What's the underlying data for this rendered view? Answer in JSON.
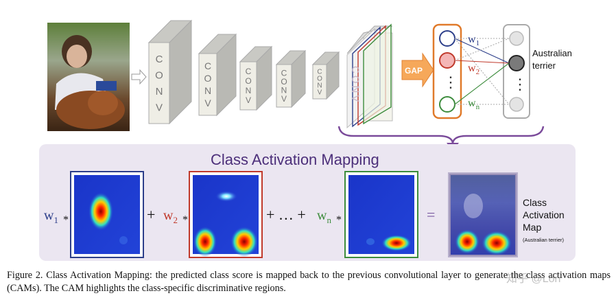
{
  "figure": {
    "conv_label": "CONV",
    "gap_label": "GAP",
    "weights": [
      {
        "w": "w",
        "sub": "1",
        "color": "#2c3e8a"
      },
      {
        "w": "w",
        "sub": "2",
        "color": "#c0392b"
      },
      {
        "w": "w",
        "sub": "n",
        "color": "#3c8c3c"
      }
    ],
    "output_label_line1": "Australian",
    "output_label_line2": "terrier",
    "dots": "⋮",
    "cam_title": "Class Activation Mapping",
    "equation": {
      "star": "*",
      "plus": "+",
      "ellipsis": "+ … +",
      "equals": "="
    },
    "result_label": [
      "Class",
      "Activation",
      "Map"
    ],
    "result_sublabel": "(Australian terrier)"
  },
  "caption": "Figure 2. Class Activation Mapping: the predicted class score is mapped back to the previous convolutional layer to generate the class activation maps (CAMs). The CAM highlights the class-specific discriminative regions.",
  "watermark": "知乎 @Lori"
}
